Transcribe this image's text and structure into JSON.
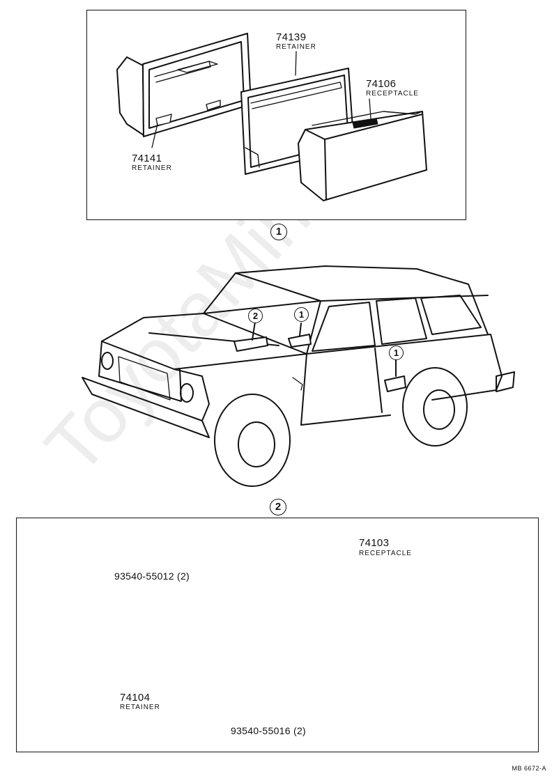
{
  "watermark": "ToyotaMine.ru",
  "panel1": {
    "marker": "1",
    "parts": [
      {
        "number": "74139",
        "name": "RETAINER"
      },
      {
        "number": "74106",
        "name": "RECEPTACLE"
      },
      {
        "number": "74141",
        "name": "RETAINER"
      }
    ]
  },
  "vehicle": {
    "markers": [
      "2",
      "1",
      "1"
    ]
  },
  "panel2": {
    "marker": "2",
    "parts": [
      {
        "number": "74103",
        "name": "RECEPTACLE"
      },
      {
        "number": "74104",
        "name": "RETAINER"
      }
    ],
    "screws": [
      {
        "label": "93540-55012 (2)"
      },
      {
        "label": "93540-55016 (2)"
      }
    ]
  },
  "drawing_code": "MB 6672-A"
}
